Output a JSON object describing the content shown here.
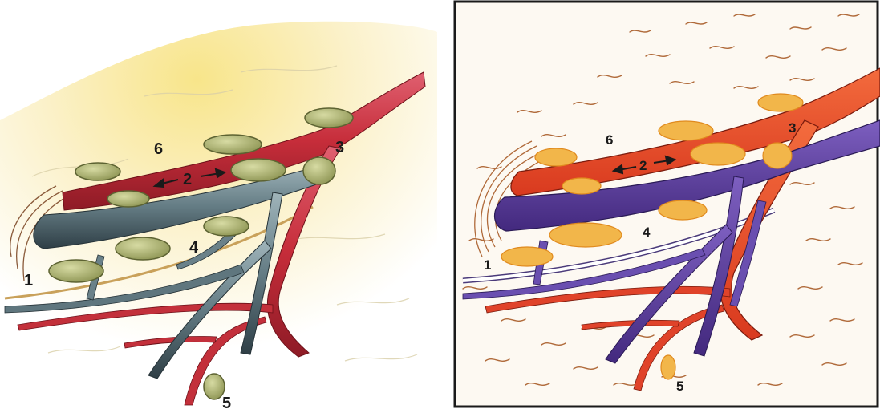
{
  "left_figure": {
    "labels": {
      "n1": "1",
      "n2": "2",
      "n3": "3",
      "n4": "4",
      "n5": "5",
      "n6": "6"
    },
    "colors": {
      "artery": "#c9303c",
      "vein": "#6c838a",
      "node": "#b9bf7a",
      "background_tint": "#f6e79a"
    }
  },
  "right_figure": {
    "labels": {
      "n1": "1",
      "n2": "2",
      "n3": "3",
      "n4": "4",
      "n5": "5",
      "n6": "6"
    },
    "colors": {
      "artery": "#ee4a2c",
      "vein": "#5a3fa0",
      "node": "#f2b64a",
      "fiber": "#b06a3a",
      "background": "#fdf9f2",
      "frame": "#1a1a1a"
    }
  }
}
